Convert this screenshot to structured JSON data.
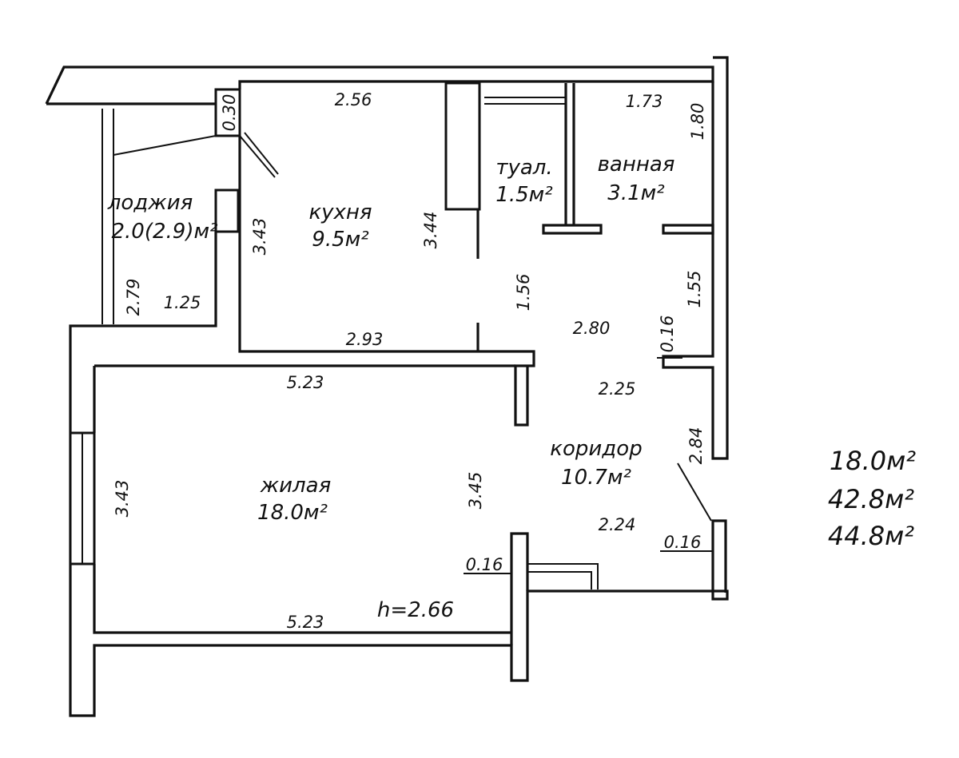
{
  "rooms": {
    "loggia": {
      "name": "лоджия",
      "area": "2.0(2.9)м²"
    },
    "kitchen": {
      "name": "кухня",
      "area": "9.5м²"
    },
    "toilet": {
      "name": "туал.",
      "area": "1.5м²"
    },
    "bathroom": {
      "name": "ванная",
      "area": "3.1м²"
    },
    "living": {
      "name": "жилая",
      "area": "18.0м²"
    },
    "corridor": {
      "name": "коридор",
      "area": "10.7м²"
    }
  },
  "dimensions": {
    "kitchen_top": "2.56",
    "loggia_small": "0.30",
    "bath_top": "1.73",
    "bath_right": "1.80",
    "kitchen_left": "3.43",
    "kitchen_right": "3.44",
    "loggia_height": "2.79",
    "loggia_width": "1.25",
    "kitchen_bottom": "2.93",
    "corridor_gap": "1.56",
    "corridor_mid": "2.80",
    "corridor_right_upper": "1.55",
    "wall_thickness_upper": "0.16",
    "living_top": "5.23",
    "corridor_width": "2.25",
    "corridor_right_lower": "2.84",
    "living_left": "3.43",
    "living_right": "3.45",
    "corridor_bottom": "2.24",
    "wall_thickness_right": "0.16",
    "wall_thickness_left": "0.16",
    "ceiling_height": "h=2.66",
    "living_bottom": "5.23"
  },
  "totals": {
    "living_area": "18.0м²",
    "total_area": "42.8м²",
    "total_with_loggia": "44.8м²"
  }
}
